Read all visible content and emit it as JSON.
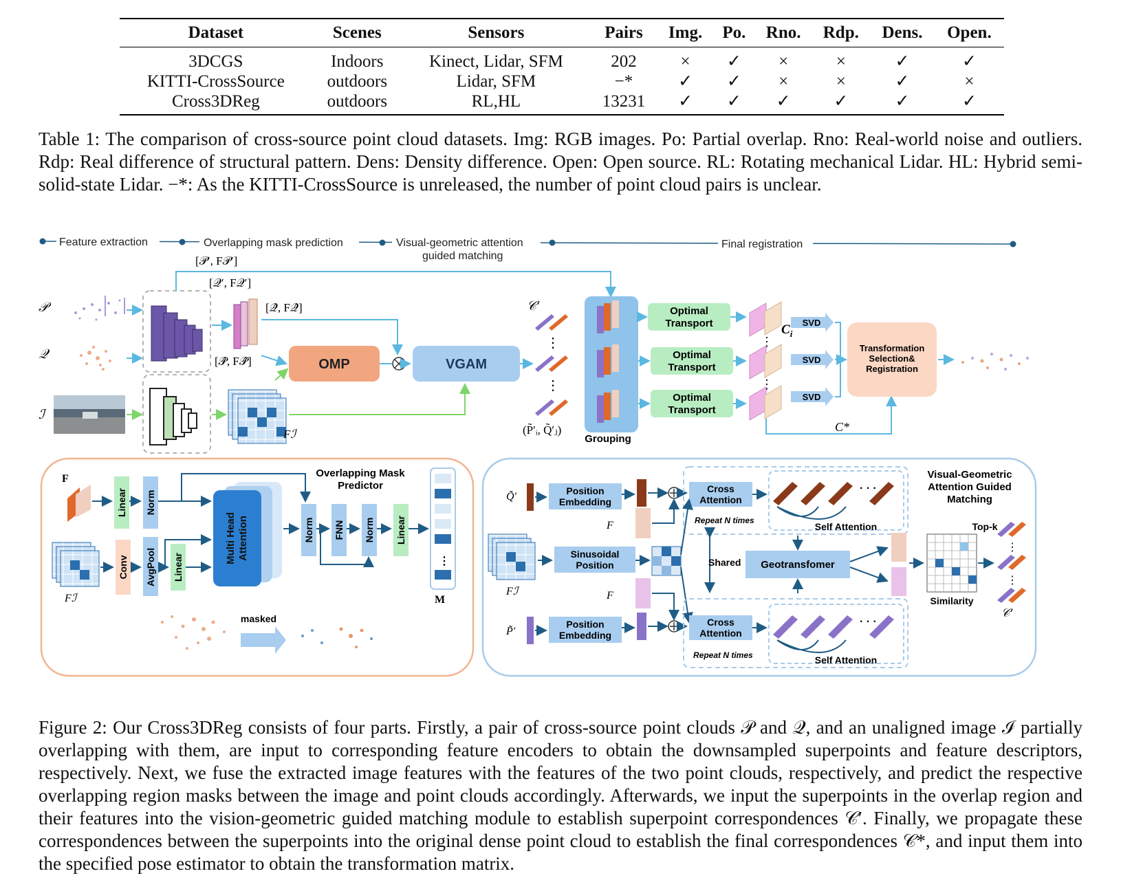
{
  "table": {
    "headers": [
      "Dataset",
      "Scenes",
      "Sensors",
      "Pairs",
      "Img.",
      "Po.",
      "Rno.",
      "Rdp.",
      "Dens.",
      "Open."
    ],
    "rows": [
      [
        "3DCGS",
        "Indoors",
        "Kinect, Lidar, SFM",
        "202",
        "×",
        "✓",
        "×",
        "×",
        "✓",
        "✓"
      ],
      [
        "KITTI-CrossSource",
        "outdoors",
        "Lidar, SFM",
        "−*",
        "✓",
        "✓",
        "×",
        "×",
        "✓",
        "×"
      ],
      [
        "Cross3DReg",
        "outdoors",
        "RL,HL",
        "13231",
        "✓",
        "✓",
        "✓",
        "✓",
        "✓",
        "✓"
      ]
    ],
    "caption": "Table 1: The comparison of cross-source point cloud datasets. Img: RGB images. Po: Partial overlap. Rno: Real-world noise and outliers. Rdp: Real difference of structural pattern. Dens: Density difference. Open: Open source. RL: Rotating mechanical Lidar. HL: Hybrid semi-solid-state Lidar. −*: As the KITTI-CrossSource is unreleased, the number of point cloud pairs is unclear."
  },
  "figure": {
    "stages": [
      "Feature extraction",
      "Overlapping mask prediction",
      "Visual-geometric attention",
      "guided matching",
      "Final registration"
    ],
    "inputs": {
      "p": "𝒫",
      "q": "𝒬",
      "i": "ℐ"
    },
    "feat_labels": {
      "p_prime": "[𝒫′, F𝒫′]",
      "q_prime": "[𝒬′, F𝒬′]",
      "q_hat": "[𝒬̂, F𝒬̂]",
      "p_hat": "[𝒫̂, F𝒫̂]",
      "f_i": "Fℐ"
    },
    "blocks": {
      "omp": "OMP",
      "vgam": "VGAM",
      "ot": "Optimal",
      "ot2": "Transport",
      "svd": "SVD",
      "trans1": "Transformation",
      "trans2": "Selection&",
      "trans3": "Registration",
      "grouping": "Grouping"
    },
    "corr_labels": {
      "c_prime": "𝒞′",
      "c_star": "C*",
      "c_i": "C",
      "c_i_sub": "i",
      "pq": "(P̃′ᵢ, Q̃′ⱼ)"
    },
    "omp_panel": {
      "title1": "Overlapping Mask",
      "title2": "Predictor",
      "f_q_hat": "F",
      "linear": "Linear",
      "norm": "Norm",
      "conv": "Conv",
      "avgpool": "AvgPool",
      "mha1": "Multi Head",
      "mha2": "Attention",
      "fnn": "FNN",
      "f_i": "Fℐ",
      "masked": "masked",
      "mask_label": "M",
      "dots": "⋮"
    },
    "vgam_panel": {
      "title1": "Visual-Geometric",
      "title2": "Attention Guided",
      "title3": "Matching",
      "q_tilde": "Q̃′",
      "p_tilde": "P̃′",
      "pos1": "Position",
      "pos2": "Embedding",
      "sin1": "Sinusoidal",
      "sin2": "Position",
      "cross1": "Cross",
      "cross2": "Attention",
      "repeat": "Repeat N times",
      "self": "Self Attention",
      "shared": "Shared",
      "geo": "Geotransfomer",
      "f_q": "F",
      "f_p": "F",
      "f_i": "Fℐ",
      "topk": "Top-k",
      "similarity": "Similarity",
      "c_prime": "𝒞′",
      "dots": "· · ·"
    },
    "caption": "Figure 2: Our Cross3DReg consists of four parts. Firstly, a pair of cross-source point clouds 𝒫 and 𝒬, and an unaligned image ℐ partially overlapping with them, are input to corresponding feature encoders to obtain the downsampled superpoints and feature descriptors, respectively. Next, we fuse the extracted image features with the features of the two point clouds, respectively, and predict the respective overlapping region masks between the image and point clouds accordingly. Afterwards, we input the superpoints in the overlap region and their features into the vision-geometric guided matching module to establish superpoint correspondences 𝒞′. Finally, we propagate these correspondences between the superpoints into the original dense point cloud to establish the final correspondences 𝒞*, and input them into the specified pose estimator to obtain the transformation matrix."
  },
  "colors": {
    "purple": "#7a5fb5",
    "orange": "#e0692a",
    "blue_block": "#a8cdef",
    "omp": "#f1a680",
    "green_block": "#b8edc2",
    "arrow": "#5bb8e0",
    "green_arrow": "#7fd46a",
    "dark_arrow": "#1f5c85",
    "panel_orange": "#f0b58f",
    "panel_blue": "#a8cbe8"
  }
}
